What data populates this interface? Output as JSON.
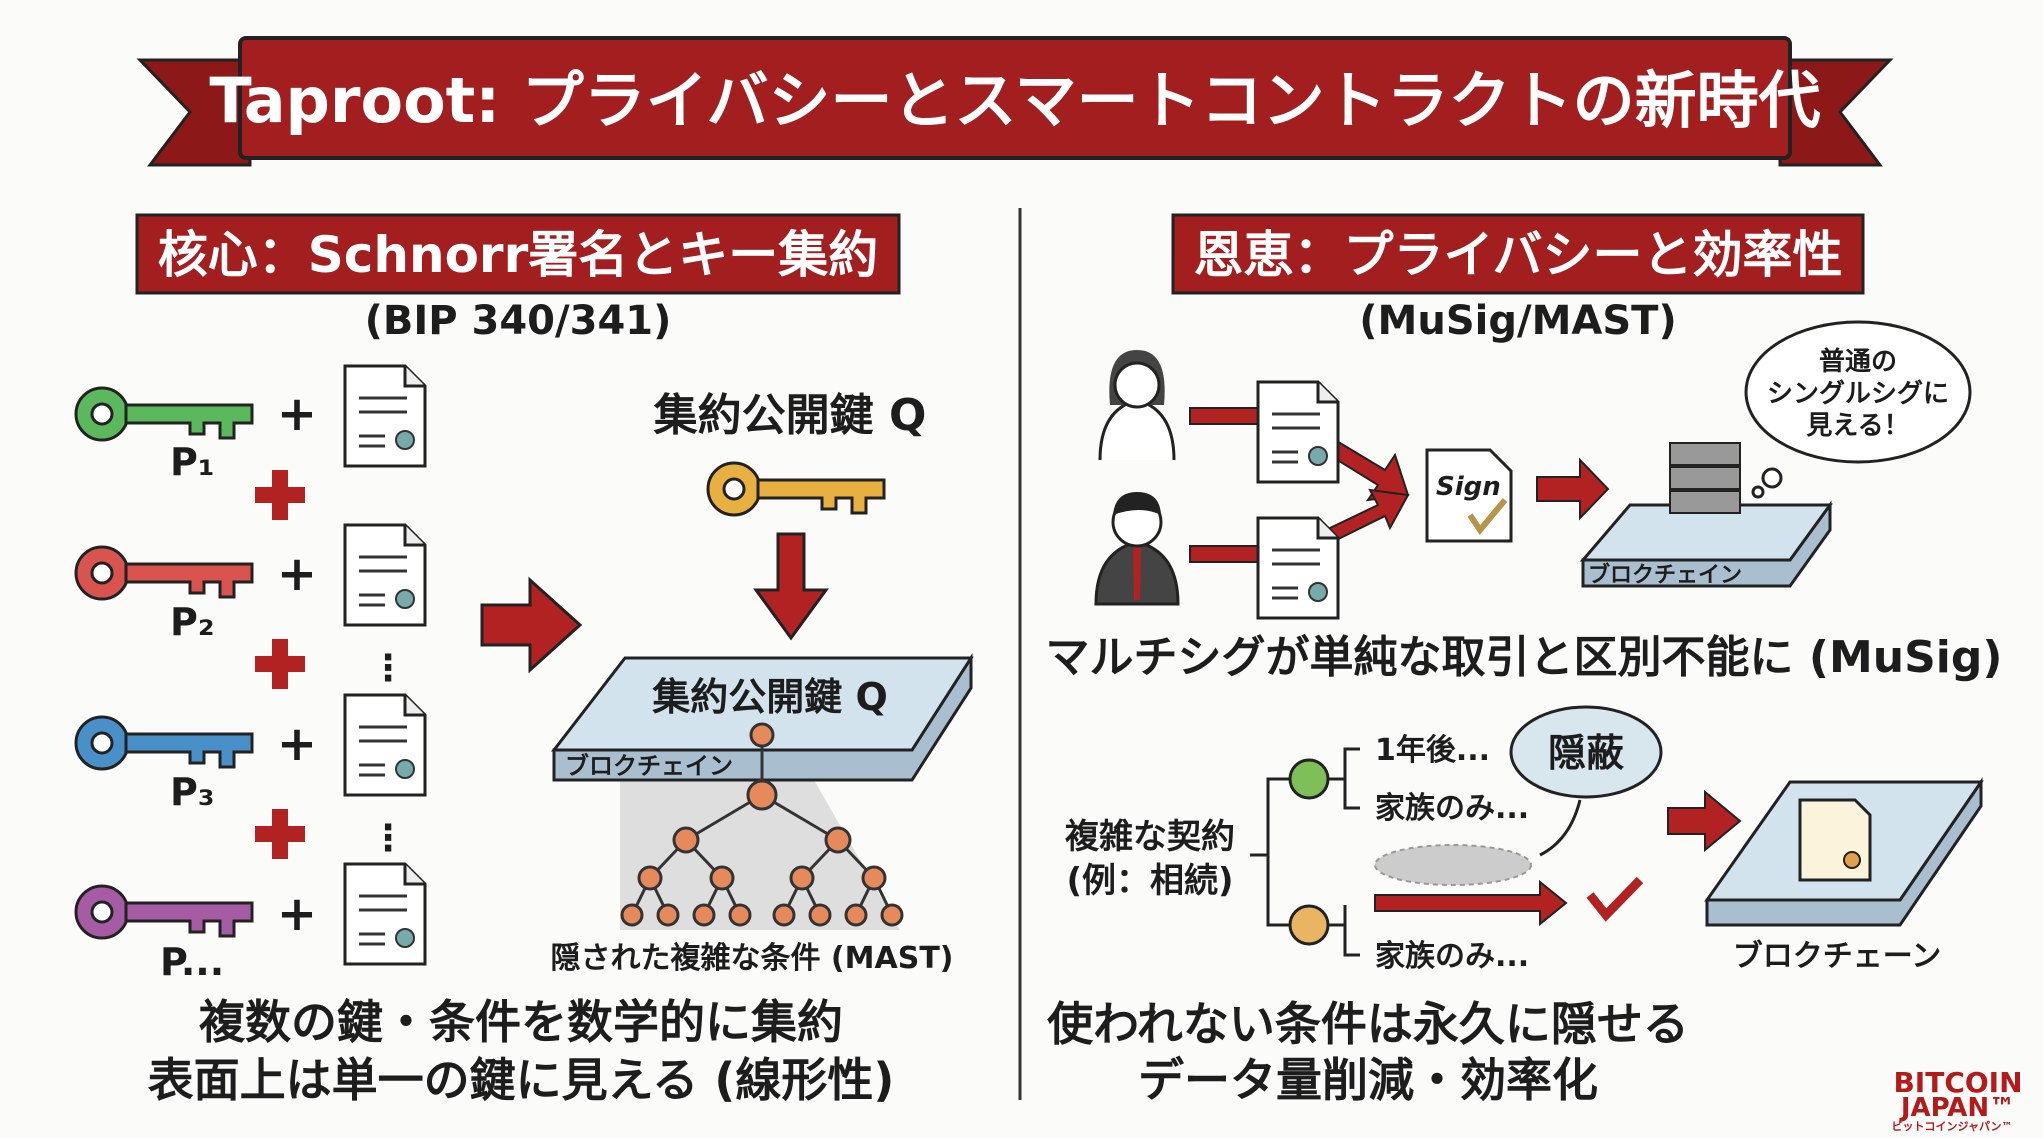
{
  "title": "Taproot: プライバシーとスマートコントラクトの新時代",
  "colors": {
    "banner": "#a31e1e",
    "arrow": "#b22222",
    "platform": "#d3e3ee",
    "key_green": "#5cb85c",
    "key_red": "#d9534f",
    "key_blue": "#4a90c8",
    "key_purple": "#a55ca5",
    "key_gold": "#e8b040"
  },
  "left": {
    "header": "核心：Schnorr署名とキー集約",
    "subheader": "(BIP 340/341)",
    "keys": [
      {
        "label": "P₁",
        "color": "green",
        "icon": "key-icon"
      },
      {
        "label": "P₂",
        "color": "red",
        "icon": "key-icon"
      },
      {
        "label": "P₃",
        "color": "blue",
        "icon": "key-icon"
      },
      {
        "label": "P...",
        "color": "purple",
        "icon": "key-icon"
      }
    ],
    "plus": "+",
    "ellipsis": "⋮",
    "aggregate_label": "集約公開鍵 Q",
    "platform_label": "集約公開鍵 Q",
    "platform_side": "ブロクチェイン",
    "tree_caption": "隠された複雑な条件 (MAST)",
    "summary": [
      "複数の鍵・条件を数学的に集約",
      "表面上は単一の鍵に見える (線形性)"
    ]
  },
  "right": {
    "header": "恩恵：プライバシーと効率性",
    "subheader": "(MuSig/MAST)",
    "sign_text": "Sign",
    "platform_side": "ブロクチェイン",
    "thought": [
      "普通の",
      "シングルシグに",
      "見える！"
    ],
    "musig_caption": "マルチシグが単純な取引と区別不能に (MuSig)",
    "contract": [
      "複雑な契約",
      "(例：相続)"
    ],
    "branches": [
      "1年後...",
      "家族のみ...",
      "家族のみ..."
    ],
    "hidden_cloud": "隠蔽",
    "blockchain_label": "ブロクチェーン",
    "summary": [
      "使われない条件は永久に隠せる",
      "データ量削減・効率化"
    ]
  },
  "logo": {
    "line1": "BITCOIN",
    "line2": "JAPAN™",
    "kana": "ビットコインジャパン™"
  }
}
